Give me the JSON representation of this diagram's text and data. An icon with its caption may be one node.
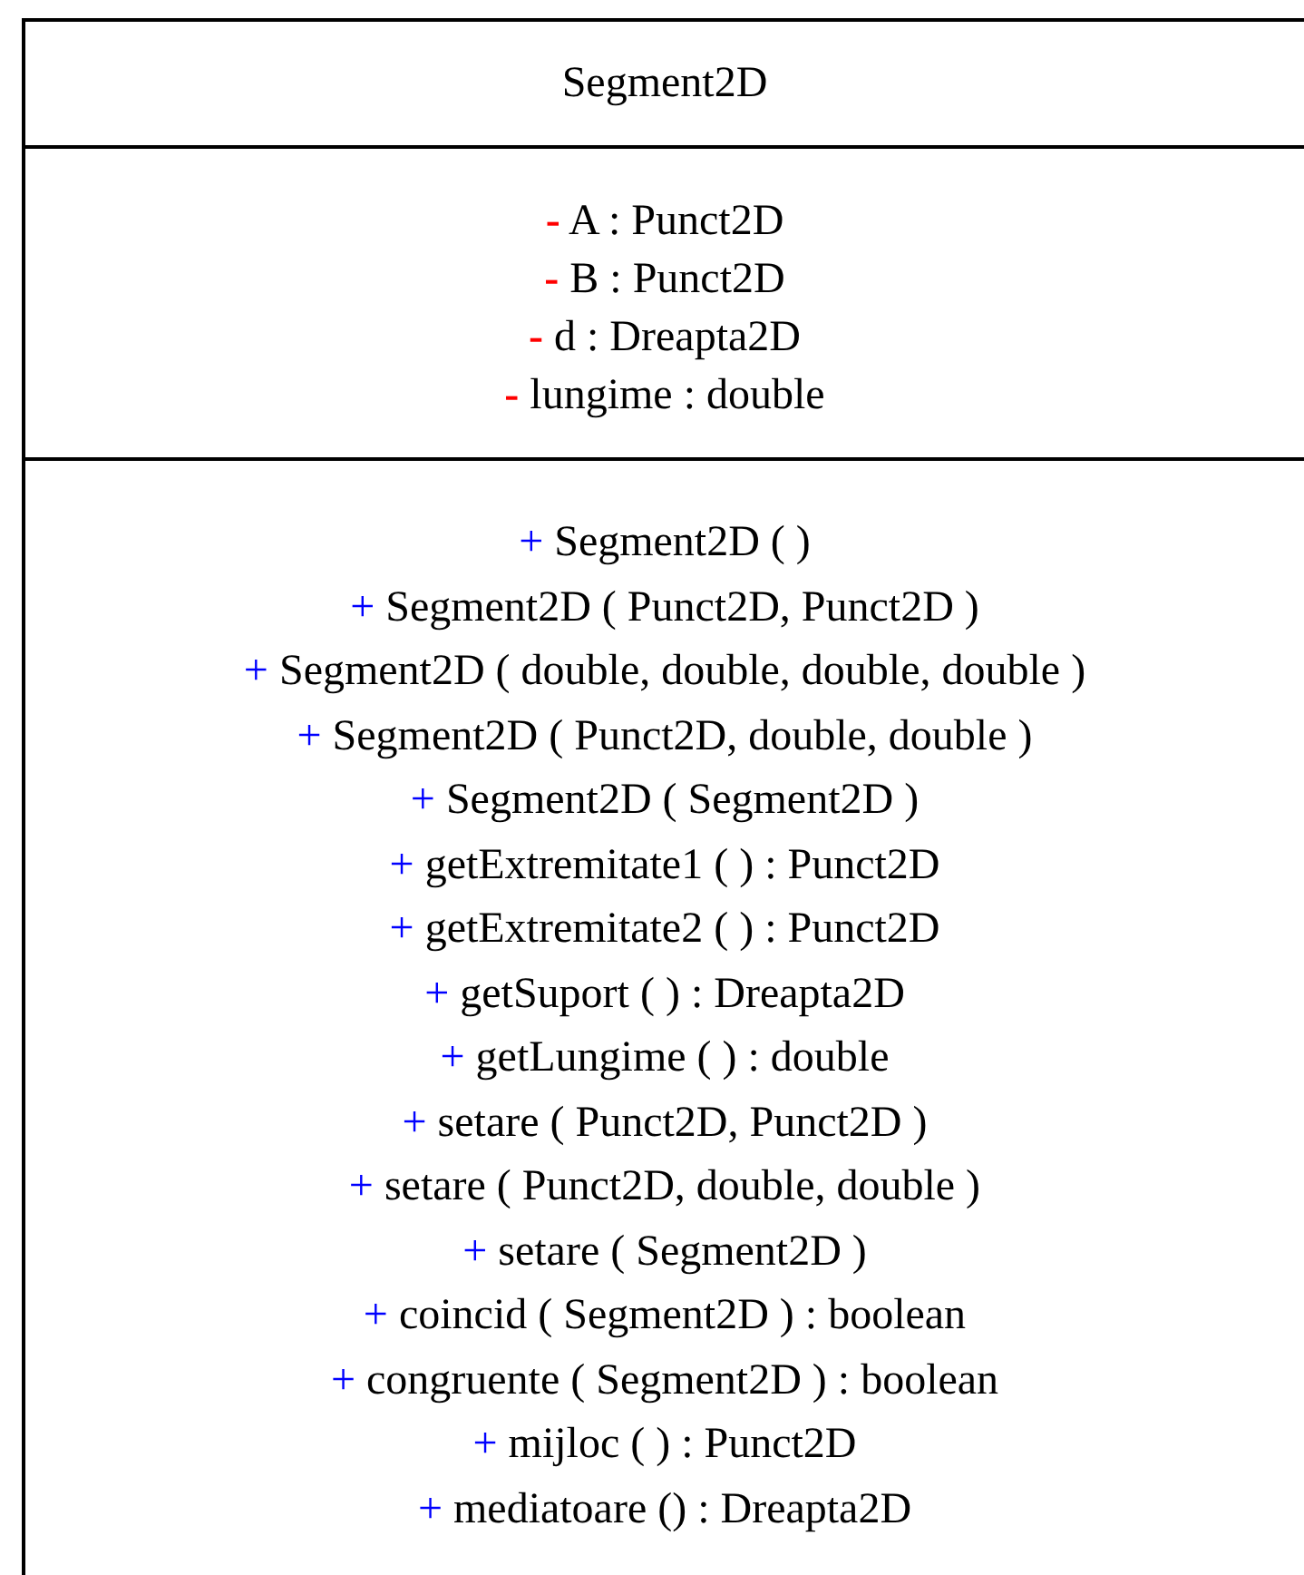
{
  "diagram": {
    "nodes": [
      {
        "text": [
          "Segment2D"
        ]
      },
      {
        "text": [
          "**-** A : Punct2D",
          "**-** B : Punct2D",
          "**-** d : Dreapta2D",
          "**-** lungime : double"
        ],
        "in": 0
      },
      {
        "text": [
          "+ Segment2D (  )",
          "+ Segment2D ( Punct2D, Punct2D )",
          "+ Segment2D ( double, double, double, double )",
          "+ Segment2D ( Punct2D, double, double )",
          "+ Segment2D ( Segment2D )",
          "+ getExtremitate1 ( ) : Punct2D",
          "+ getExtremitate2 ( ) : Punct2D",
          "+ getSuport ( ) : Dreapta2D",
          "+ getLungime ( ) : double",
          "+ setare ( Punct2D, Punct2D )",
          "+ setare ( Punct2D, double, double )",
          "+ setare ( Segment2D )",
          "+ coincid ( Segment2D ) : boolean",
          "+ congruente ( Segment2D ) : boolean",
          "+ mijloc ( ) : Punct2D",
          "+ mediatoare () : Dreapta2D"
        ],
        "in": 0
      }
    ]
  }
}
